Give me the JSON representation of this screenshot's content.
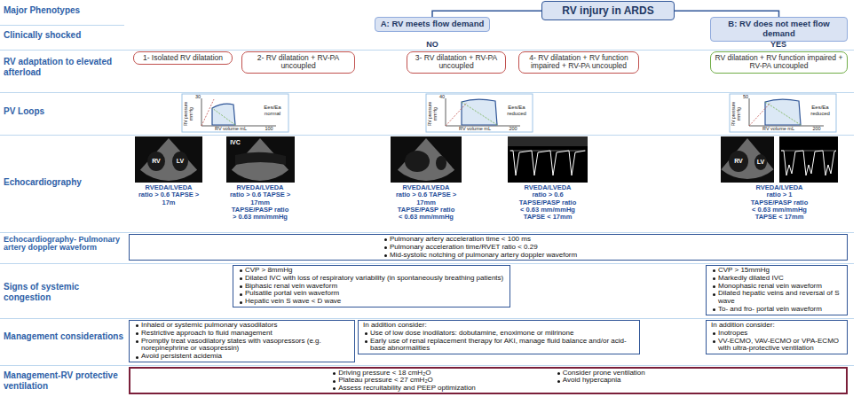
{
  "diagram": {
    "nodes": [
      {
        "text": [
          "RV injury in ARDS"
        ]
      },
      {
        "text": [
          "A: RV meets flow demand"
        ]
      },
      {
        "text": [
          "B: RV does not meet flow demand"
        ]
      },
      {
        "text": [
          "1- Isolated RV dilatation"
        ]
      },
      {
        "text": [
          "2- RV dilatation + RV-PA uncoupled"
        ]
      },
      {
        "text": [
          "3- RV dilatation + RV-PA uncoupled"
        ]
      },
      {
        "text": [
          "4- RV dilatation + RV function impaired + RV-PA uncoupled"
        ]
      },
      {
        "text": [
          "RV dilatation + RV function impaired + RV-PA uncoupled"
        ]
      },
      {
        "text": [
          "Pulmonary artery acceleration time < 100 ms",
          "Pulmonary acceleration time/RVET ratio < 0.29",
          "Mid-systolic notching of pulmonary artery doppler waveform"
        ]
      },
      {
        "text": [
          "CVP > 8mmHg",
          "Dilated IVC with loss of respiratory variability (in spontaneously breathing patients)",
          "Biphasic renal vein waveform",
          "Pulsatile portal vein waveform",
          "Hepatic vein S wave < D wave"
        ]
      },
      {
        "text": [
          "CVP > 15mmHg",
          "Markedly dilated IVC",
          "Monophasic renal vein waveform",
          "Dilated hepatic veins and reversal of S wave",
          "To- and fro- portal vein waveform"
        ]
      },
      {
        "text": [
          "Inhaled or systemic pulmonary vasodilators",
          "Restrictive approach to fluid management",
          "Promptly treat vasodilatory states with vasopressors (e.g. norepinephrine or vasopressin)",
          "Avoid persistent acidemia"
        ]
      },
      {
        "text": [
          "In addition consider:",
          "Use of low dose inodilators: dobutamine, enoximone or milrinone",
          "Early use of renal replacement therapy for AKI, manage fluid balance and/or acid-base abnormalities"
        ]
      },
      {
        "text": [
          "In addition consider:",
          "Inotropes",
          "VV-ECMO, VAV-ECMO or VPA-ECMO with ultra-protective ventilation"
        ]
      },
      {
        "text": [
          "Driving pressure < 18 cmH₂O",
          "Plateau pressure < 27 cmH₂O",
          "Assess recruitability and PEEP optimization",
          "Consider prone ventilation",
          "Avoid hypercapnia"
        ]
      }
    ],
    "edges": [
      {
        "from": 0,
        "to": 1,
        "arrow": "none"
      },
      {
        "from": 0,
        "to": 2,
        "arrow": "none"
      }
    ],
    "labels": [
      "Major Phenotypes",
      "Clinically shocked",
      "NO",
      "YES",
      "RV adaptation to elevated afterload",
      "PV Loops",
      "RV pressure mmHg",
      "30",
      "100",
      "RV volume mL",
      "Ees/Ea normal",
      "RV pressure mmHg",
      "40",
      "200",
      "RV volume mL",
      "Ees/Ea reduced",
      "RV pressure mmHg",
      "50",
      "200",
      "RV volume mL",
      "Ees/Ea reduced",
      "Echocardiography",
      "RV",
      "LV",
      "IVC",
      "RV",
      "LV",
      "RVEDA/LVEDA ratio > 0.6 TAPSE > 17m",
      "RVEDA/LVEDA ratio > 0.6 TAPSE > 17mm TAPSE/PASP ratio > 0.63 mm/mmHg",
      "RVEDA/LVEDA ratio > 0.6 TAPSE > 17mm TAPSE/PASP ratio < 0.63 mm/mmHg",
      "RVEDA/LVEDA ratio > 0.6 TAPSE/PASP ratio < 0.63 mm/mmHg TAPSE < 17mm",
      "RVEDA/LVEDA ratio > 1 TAPSE/PASP ratio < 0.63 mm/mmHg TAPSE < 17mm",
      "Echocardiography- Pulmonary artery doppler waveform",
      "Signs of systemic congestion",
      "Management considerations",
      "Management-RV protective ventilation"
    ]
  }
}
